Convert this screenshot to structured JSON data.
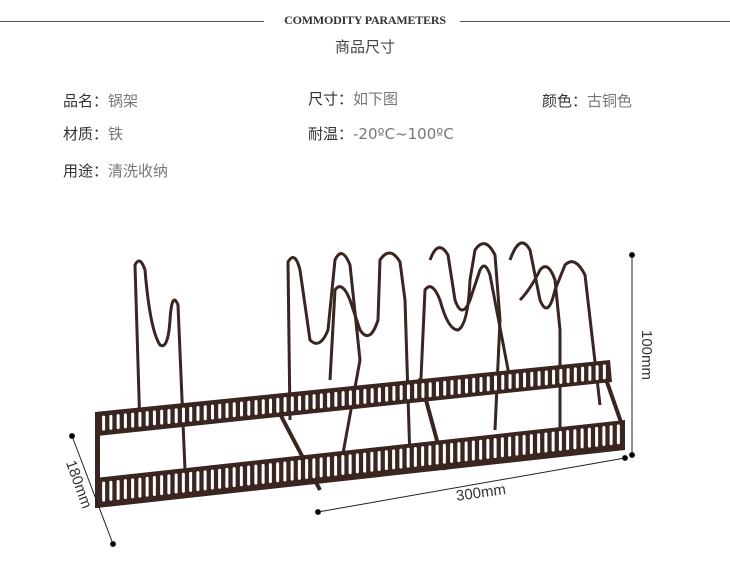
{
  "header": {
    "title_en": "COMMODITY PARAMETERS",
    "title_cn": "商品尺寸"
  },
  "specs": [
    {
      "label": "品名：",
      "value": "锅架"
    },
    {
      "label": "尺寸：",
      "value": "如下图"
    },
    {
      "label": "颜色：",
      "value": "古铜色"
    },
    {
      "label": "材质：",
      "value": "铁"
    },
    {
      "label": "耐温：",
      "value": "-20ºC~100ºC"
    },
    {
      "label": "用途：",
      "value": "清洗收纳"
    }
  ],
  "dimensions": {
    "height": "100mm",
    "length": "300mm",
    "width": "180mm"
  },
  "colors": {
    "product": "#3a2520",
    "text": "#333333"
  }
}
